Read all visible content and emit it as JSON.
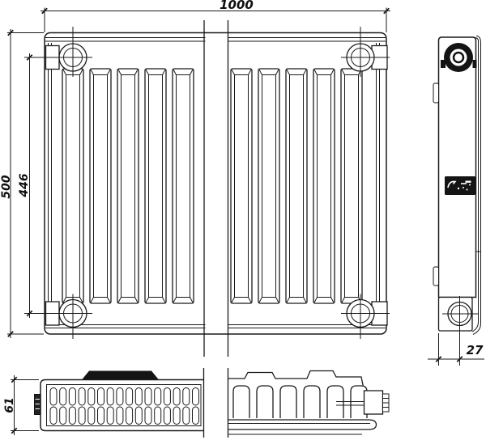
{
  "drawing": {
    "dimensions": {
      "overall_width": "1000",
      "overall_height": "500",
      "hub_spacing": "446",
      "depth": "61",
      "hub_offset": "27"
    },
    "colors": {
      "line": "#1a1a1a",
      "background": "#ffffff",
      "label": "#141414"
    }
  }
}
